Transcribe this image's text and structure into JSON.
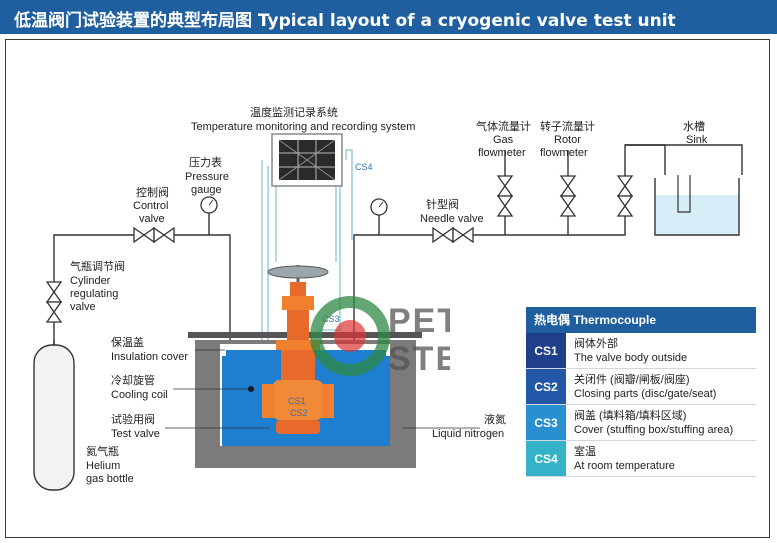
{
  "title": "低温阀门试验装置的典型布局图 Typical layout of a cryogenic valve test unit",
  "labels": {
    "temp_system_cn": "温度监测记录系统",
    "temp_system_en": "Temperature monitoring and recording system",
    "pressure_gauge_cn": "压力表",
    "pressure_gauge_en1": "Pressure",
    "pressure_gauge_en2": "gauge",
    "control_valve_cn": "控制阀",
    "control_valve_en1": "Control",
    "control_valve_en2": "valve",
    "cyl_valve_cn": "气瓶调节阀",
    "cyl_valve_en1": "Cylinder",
    "cyl_valve_en2": "regulating",
    "cyl_valve_en3": "valve",
    "insulation_cn": "保温盖",
    "insulation_en": "Insulation cover",
    "coil_cn": "冷却旋管",
    "coil_en": "Cooling coil",
    "test_valve_cn": "试验用阀",
    "test_valve_en": "Test valve",
    "helium_cn": "氦气瓶",
    "helium_en1": "Helium",
    "helium_en2": "gas bottle",
    "needle_cn": "针型阀",
    "needle_en": "Needle valve",
    "gas_flow_cn": "气体流量计",
    "gas_flow_en1": "Gas",
    "gas_flow_en2": "flowmeter",
    "rotor_flow_cn": "转子流量计",
    "rotor_flow_en1": "Rotor",
    "rotor_flow_en2": "flowmeter",
    "sink_cn": "水槽",
    "sink_en": "Sink",
    "ln2_cn": "液氮",
    "ln2_en": "Liquid nitrogen",
    "cs1_tag": "CS1",
    "cs2_tag": "CS2",
    "cs3_tag": "CS3",
    "cs4_tag": "CS4"
  },
  "logo": {
    "line1": "PETROL",
    "line2": "STEEL"
  },
  "thermocouple_table": {
    "header": "热电偶 Thermocouple",
    "rows": [
      {
        "code": "CS1",
        "cn": "阀体外部",
        "en": "The valve body outside",
        "color": "#1f3f8a"
      },
      {
        "code": "CS2",
        "cn": "关闭件 (阀瓣/闸板/阀座)",
        "en": "Closing parts (disc/gate/seat)",
        "color": "#2357a8"
      },
      {
        "code": "CS3",
        "cn": "阀盖 (填料箱/填料区域)",
        "en": "Cover (stuffing box/stuffing area)",
        "color": "#2a8fd0"
      },
      {
        "code": "CS4",
        "cn": "室温",
        "en": "At room temperature",
        "color": "#35b2c8"
      }
    ]
  }
}
